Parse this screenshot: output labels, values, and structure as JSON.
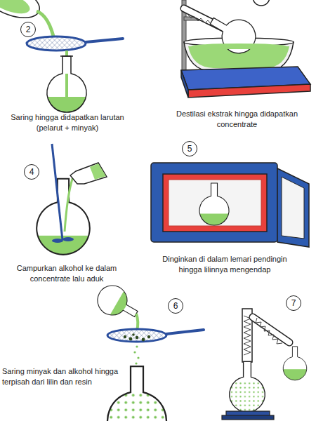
{
  "diagram": {
    "nodes": [
      {
        "text": [
          "2"
        ]
      },
      {
        "text": [
          "4"
        ]
      },
      {
        "text": [
          "5"
        ]
      },
      {
        "text": [
          "6"
        ]
      },
      {
        "text": [
          "7"
        ]
      }
    ],
    "edges": [],
    "labels": [
      "Saring hingga didapatkan larutan (pelarut + minyak)",
      "Destilasi ekstrak hingga didapatkan concentrate",
      "Campurkan alkohol ke dalam concentrate lalu aduk",
      "Dinginkan di dalam lemari pendingin hingga lilinnya mengendap",
      "Saring minyak dan alkohol hingga terpisah dari lilin dan resin"
    ]
  }
}
